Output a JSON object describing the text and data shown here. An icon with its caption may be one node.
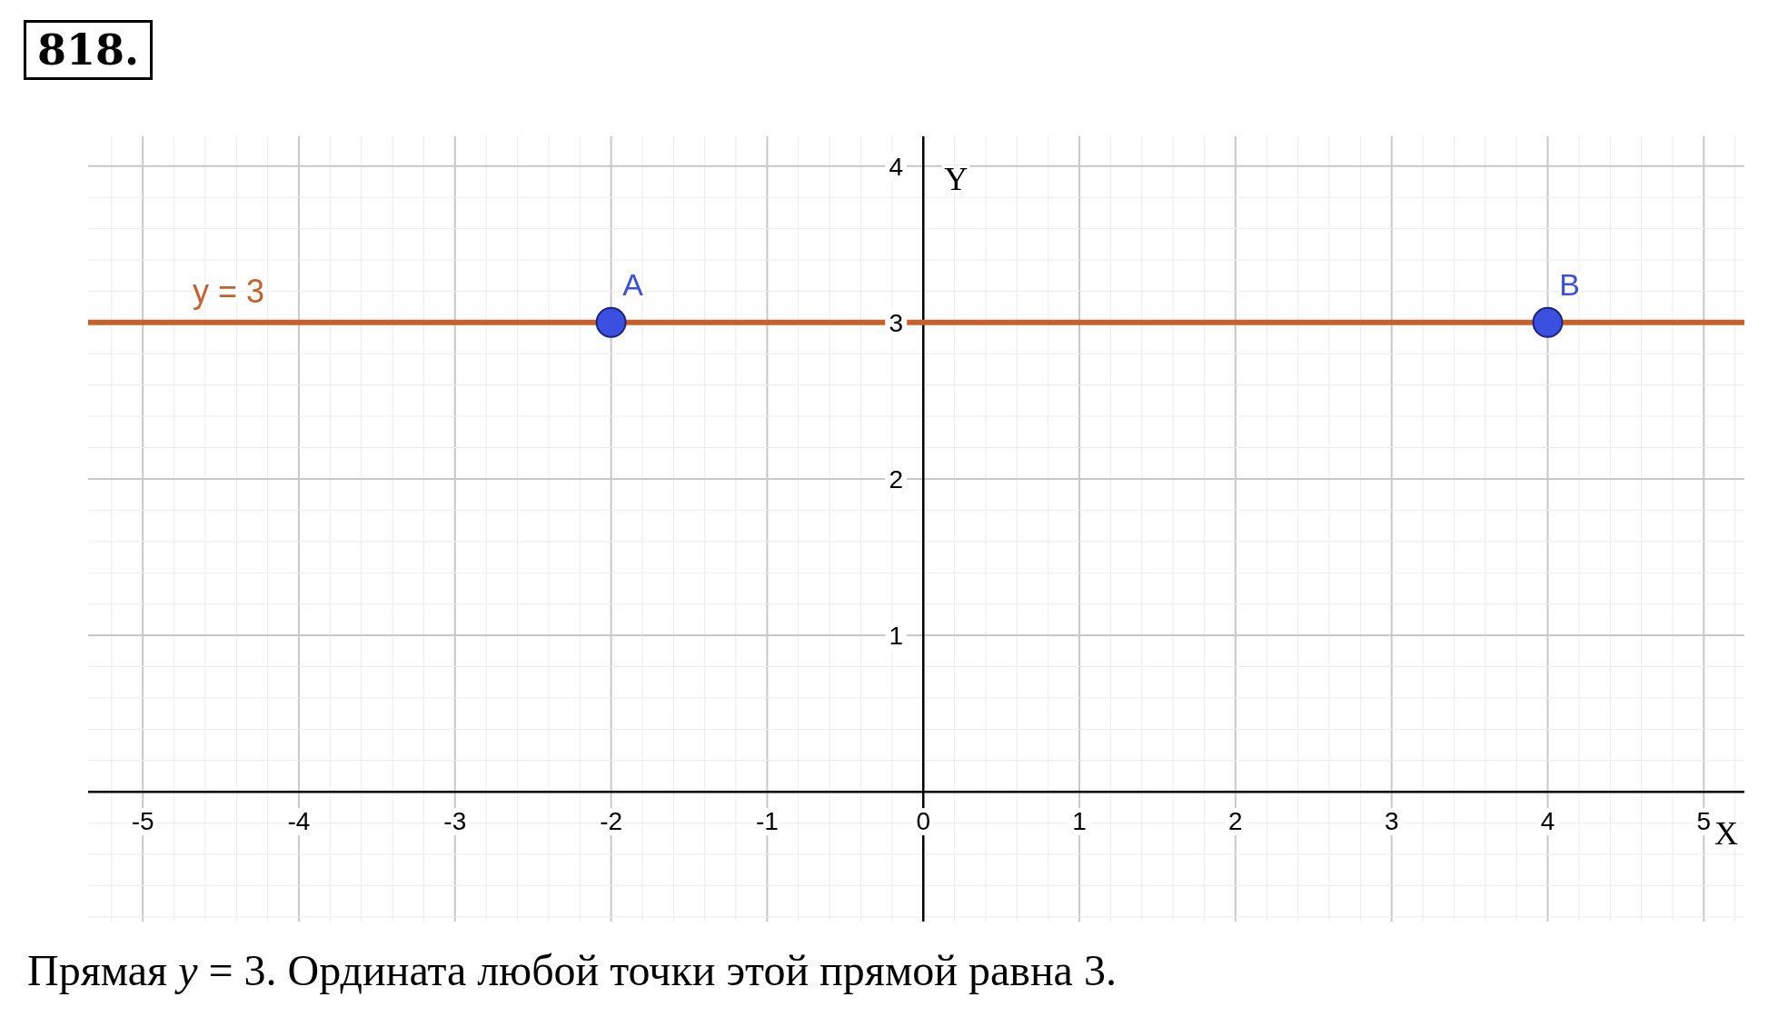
{
  "diagram": {
    "title": "818.",
    "caption": "Прямая *y* = 3. Ордината любой точки этой прямой равна 3.",
    "chart_data": {
      "type": "line",
      "xlabel": "X",
      "ylabel": "Y",
      "ref_lines": [
        {
          "axis": "y",
          "value": 3,
          "label": "y = 3",
          "color": "#c8602a"
        }
      ],
      "grid": true,
      "xlim": [
        -5.35,
        5.26
      ],
      "ylim": [
        -0.83,
        4.19
      ],
      "xticks": [
        -5,
        -4,
        -3,
        -2,
        -1,
        0,
        1,
        2,
        3,
        4,
        5
      ],
      "yticks": [
        1,
        2,
        3,
        4
      ],
      "annotations": [
        {
          "text": "A",
          "x": -2,
          "y": 3
        },
        {
          "text": "B",
          "x": 4,
          "y": 3
        }
      ]
    }
  }
}
